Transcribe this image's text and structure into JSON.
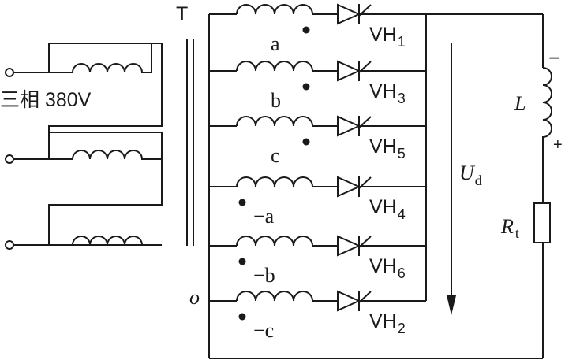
{
  "supply_label": "三相 380V",
  "transformer_label": "T",
  "neutral_label": "o",
  "phase_labels": [
    "a",
    "b",
    "c",
    "−a",
    "−b",
    "−c"
  ],
  "thyristors": [
    {
      "name": "VH",
      "sub": "1"
    },
    {
      "name": "VH",
      "sub": "3"
    },
    {
      "name": "VH",
      "sub": "5"
    },
    {
      "name": "VH",
      "sub": "4"
    },
    {
      "name": "VH",
      "sub": "6"
    },
    {
      "name": "VH",
      "sub": "2"
    }
  ],
  "output_voltage": {
    "name": "U",
    "sub": "d"
  },
  "inductor": {
    "name": "L",
    "minus": "−",
    "plus": "+"
  },
  "resistor": {
    "name": "R",
    "sub": "t"
  }
}
